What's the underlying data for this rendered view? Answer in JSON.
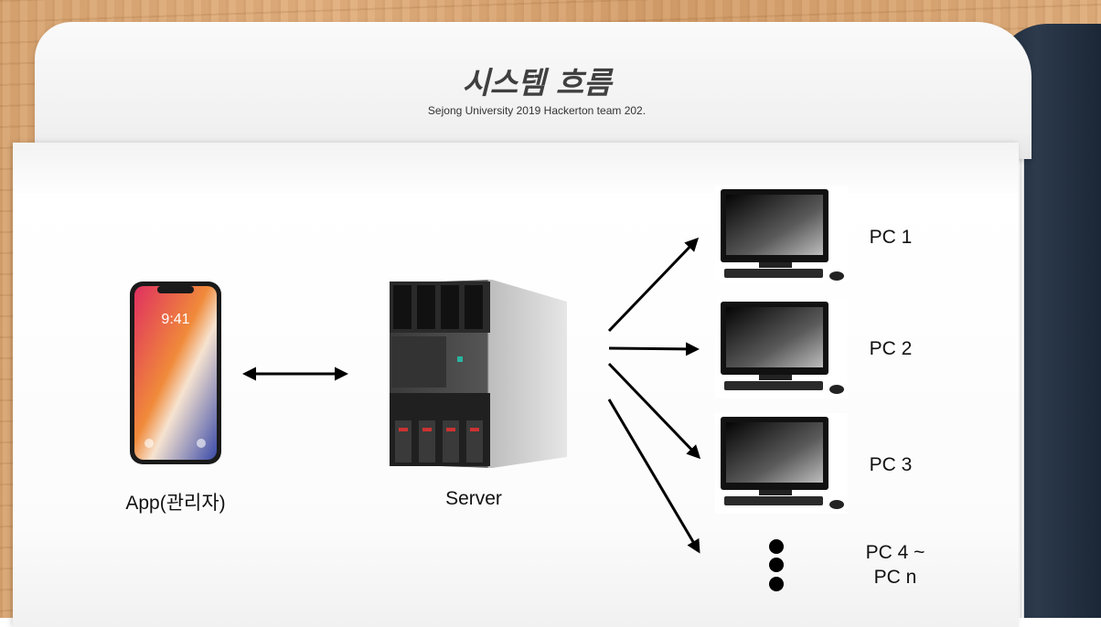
{
  "header": {
    "title": "시스템 흐름",
    "subtitle": "Sejong University 2019 Hackerton team 202."
  },
  "nodes": {
    "app": {
      "label": "App(관리자)",
      "phone_time": "9:41"
    },
    "server": {
      "label": "Server"
    },
    "pcs": [
      {
        "label": "PC 1"
      },
      {
        "label": "PC 2"
      },
      {
        "label": "PC 3"
      }
    ],
    "pc_more": {
      "line1": "PC 4 ~",
      "line2": "PC n"
    }
  }
}
